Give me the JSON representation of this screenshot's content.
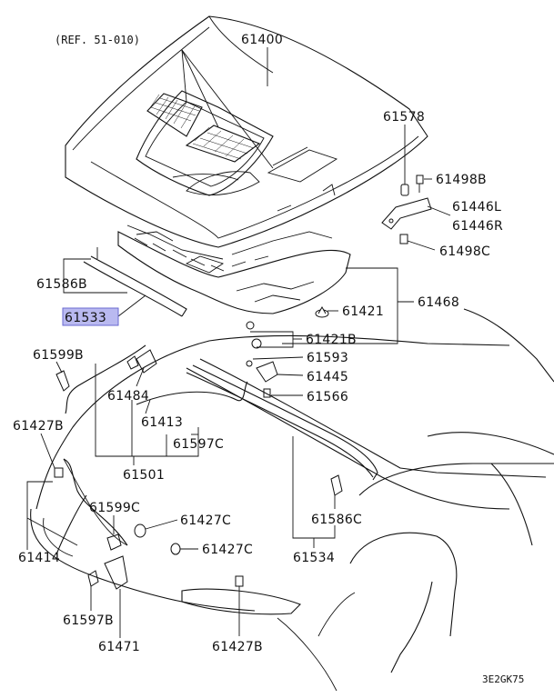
{
  "diagram": {
    "ref_note": "(REF. 51-010)",
    "code": "3E2GK75",
    "highlight_color": "#b9b9f0",
    "labels": {
      "p61400": "61400",
      "p61578": "61578",
      "p61498b": "61498B",
      "p61446l": "61446L",
      "p61446r": "61446R",
      "p61498c": "61498C",
      "p61586b": "61586B",
      "p61533": "61533",
      "p61421": "61421",
      "p61468": "61468",
      "p61421b": "61421B",
      "p61599b": "61599B",
      "p61593": "61593",
      "p61445": "61445",
      "p61484": "61484",
      "p61566": "61566",
      "p61427b_top": "61427B",
      "p61413": "61413",
      "p61597c": "61597C",
      "p61501": "61501",
      "p61599c": "61599C",
      "p61427c_1": "61427C",
      "p61414": "61414",
      "p61427c_2": "61427C",
      "p61586c": "61586C",
      "p61534": "61534",
      "p61597b": "61597B",
      "p61471": "61471",
      "p61427b_bot": "61427B"
    }
  }
}
